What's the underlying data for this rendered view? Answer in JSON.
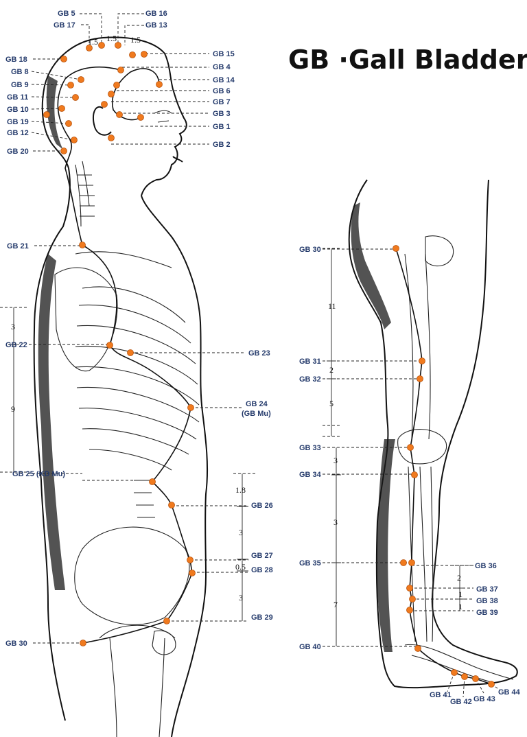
{
  "title": "GB ·Gall Bladder",
  "colors": {
    "point": "#f07a1e",
    "label": "#243a6b",
    "line": "#111111"
  },
  "labels": {
    "GB5": "GB 5",
    "GB17": "GB 17",
    "GB16": "GB 16",
    "GB13": "GB 13",
    "GB18": "GB 18",
    "GB8": "GB 8",
    "GB9": "GB 9",
    "GB11": "GB 11",
    "GB10": "GB 10",
    "GB19": "GB 19",
    "GB12": "GB 12",
    "GB20": "GB 20",
    "GB15": "GB 15",
    "GB4": "GB 4",
    "GB14": "GB 14",
    "GB6": "GB 6",
    "GB7": "GB 7",
    "GB3": "GB 3",
    "GB1": "GB 1",
    "GB2": "GB 2",
    "GB21": "GB 21",
    "GB22": "GB 22",
    "GB23": "GB 23",
    "GB24": "GB 24",
    "GB24sub": "(GB Mu)",
    "GB25": "GB 25 (KD Mu)",
    "GB26": "GB 26",
    "GB27": "GB 27",
    "GB28": "GB 28",
    "GB29": "GB 29",
    "GB30a": "GB 30",
    "GB30b": "GB 30",
    "GB31": "GB 31",
    "GB32": "GB 32",
    "GB33": "GB 33",
    "GB34": "GB 34",
    "GB35": "GB 35",
    "GB36": "GB 36",
    "GB37": "GB 37",
    "GB38": "GB 38",
    "GB39": "GB 39",
    "GB40": "GB 40",
    "GB41": "GB 41",
    "GB42": "GB 42",
    "GB43": "GB 43",
    "GB44": "GB 44"
  },
  "measurements": {
    "head_a": "1.5",
    "head_b": "1.5",
    "head_c": "1.5",
    "chest_3": "3",
    "chest_9": "9",
    "abd_18": "1.8",
    "abd_3a": "3",
    "abd_05": "0.5",
    "abd_3b": "3",
    "leg_11": "11",
    "leg_2": "2",
    "leg_5": "5",
    "leg_3a": "3",
    "leg_3b": "3",
    "leg_7": "7",
    "leg_2b": "2",
    "leg_1a": "1",
    "leg_1b": "1"
  }
}
